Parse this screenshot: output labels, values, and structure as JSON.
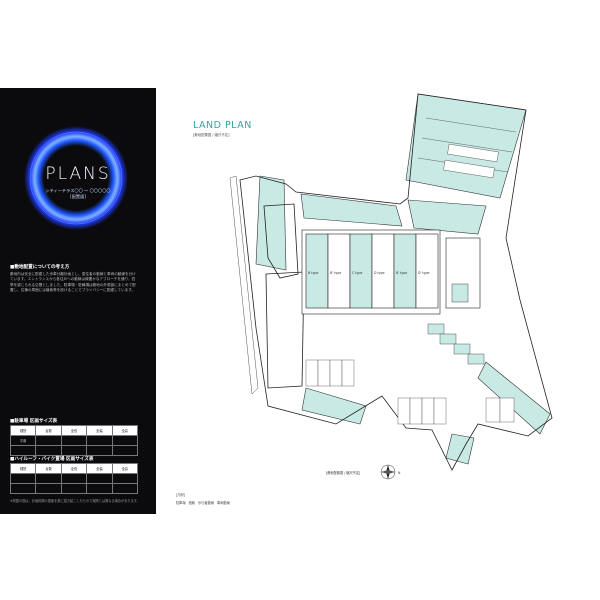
{
  "panel": {
    "brand": "PLANS",
    "brand_sub": "シティーテラス〇〇 〜 〇〇〇〇〇",
    "brand_sub2": "[配置図]",
    "section1_title": "■敷地配置についての考え方",
    "section1_body": "敷地内は安全に配慮した歩車分離計画とし、居住者の動線と車両の動線を分けています。エントランスから各住戸への動線は緑豊かなアプローチを通り、四季を感じられる空間としました。駐車場・駐輪場は敷地の外周部にまとめて配置し、住棟の周囲には植栽帯を設けることでプライバシーに配慮しています。",
    "section2_title": "■駐車場 区画サイズ表",
    "table1": {
      "header": [
        "種別",
        "台数",
        "全長",
        "全幅",
        "全高"
      ],
      "rows": [
        [
          "平置",
          "",
          "",
          "",
          ""
        ],
        [
          "",
          "",
          "",
          "",
          ""
        ]
      ]
    },
    "section3_title": "■ハイルーフ・バイク置場 区画サイズ表",
    "table2": {
      "header": [
        "種別",
        "台数",
        "全長",
        "全幅",
        "全高"
      ],
      "rows": [
        [
          "",
          "",
          "",
          "",
          ""
        ],
        [
          "",
          "",
          "",
          "",
          ""
        ]
      ]
    },
    "footnote": "※掲載の図は、計画段階の図面を基に描き起こしたもので実際とは異なる場合があります。"
  },
  "plan": {
    "title": "LAND PLAN",
    "subtitle": "[敷地配置図 / 縮尺不定]",
    "units": [
      "B type",
      "B' type",
      "C type",
      "D type",
      "B' type",
      "D' type"
    ],
    "compass_label": "N",
    "scale_note": "[敷地配置図 / 縮尺不定]",
    "legend_title": "[凡例]",
    "legend_items": [
      "駐車場",
      "植栽",
      "歩行者動線",
      "車両動線"
    ]
  },
  "colors": {
    "panel_bg": "#0b0b0e",
    "ring": "#2d6cff",
    "green": "#c8e9e4",
    "title": "#3aa0a5"
  }
}
